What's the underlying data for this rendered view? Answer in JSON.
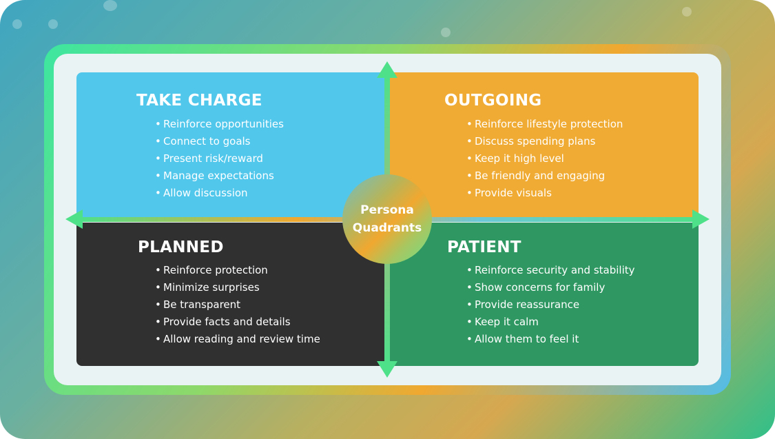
{
  "center": {
    "line1": "Persona",
    "line2": "Quadrants"
  },
  "quadrants": {
    "take_charge": {
      "title": "TAKE CHARGE",
      "items": [
        "Reinforce opportunities",
        "Connect to goals",
        "Present risk/reward",
        "Manage expectations",
        "Allow discussion"
      ],
      "color": "#52c7ec"
    },
    "outgoing": {
      "title": "OUTGOING",
      "items": [
        "Reinforce lifestyle protection",
        "Discuss spending plans",
        "Keep it high level",
        "Be friendly and engaging",
        "Provide visuals"
      ],
      "color": "#efab33"
    },
    "planned": {
      "title": "PLANNED",
      "items": [
        "Reinforce protection",
        "Minimize surprises",
        "Be transparent",
        "Provide facts and details",
        "Allow reading and review time"
      ],
      "color": "#303030"
    },
    "patient": {
      "title": "PATIENT",
      "items": [
        "Reinforce security and stability",
        "Show concerns for family",
        "Provide reassurance",
        "Keep it calm",
        "Allow them to feel it"
      ],
      "color": "#2f9762"
    }
  }
}
